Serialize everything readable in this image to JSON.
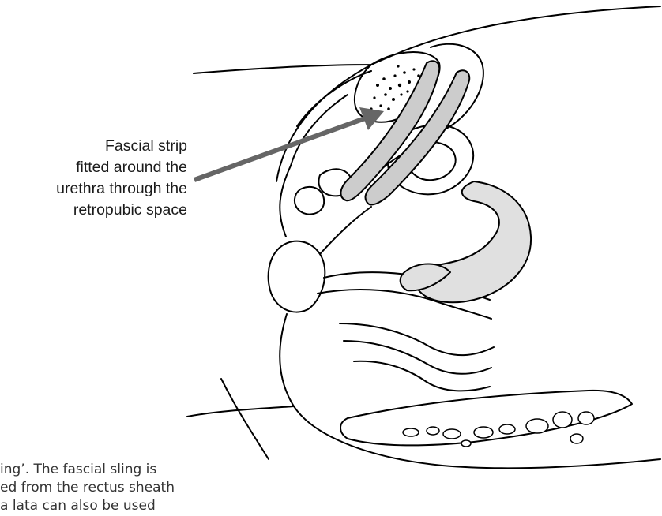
{
  "label": {
    "lines": [
      "Fascial strip",
      "fitted around the",
      "urethra through the",
      "retropubic space"
    ]
  },
  "caption": {
    "lines": [
      "ing’. The fascial sling is",
      "ed from the rectus sheath",
      "a lata can also be used"
    ]
  },
  "colors": {
    "outline": "#000000",
    "fascial_strip_fill": "#cccccc",
    "tissue_fill": "#e0e0e0",
    "arrow": "#666666"
  }
}
